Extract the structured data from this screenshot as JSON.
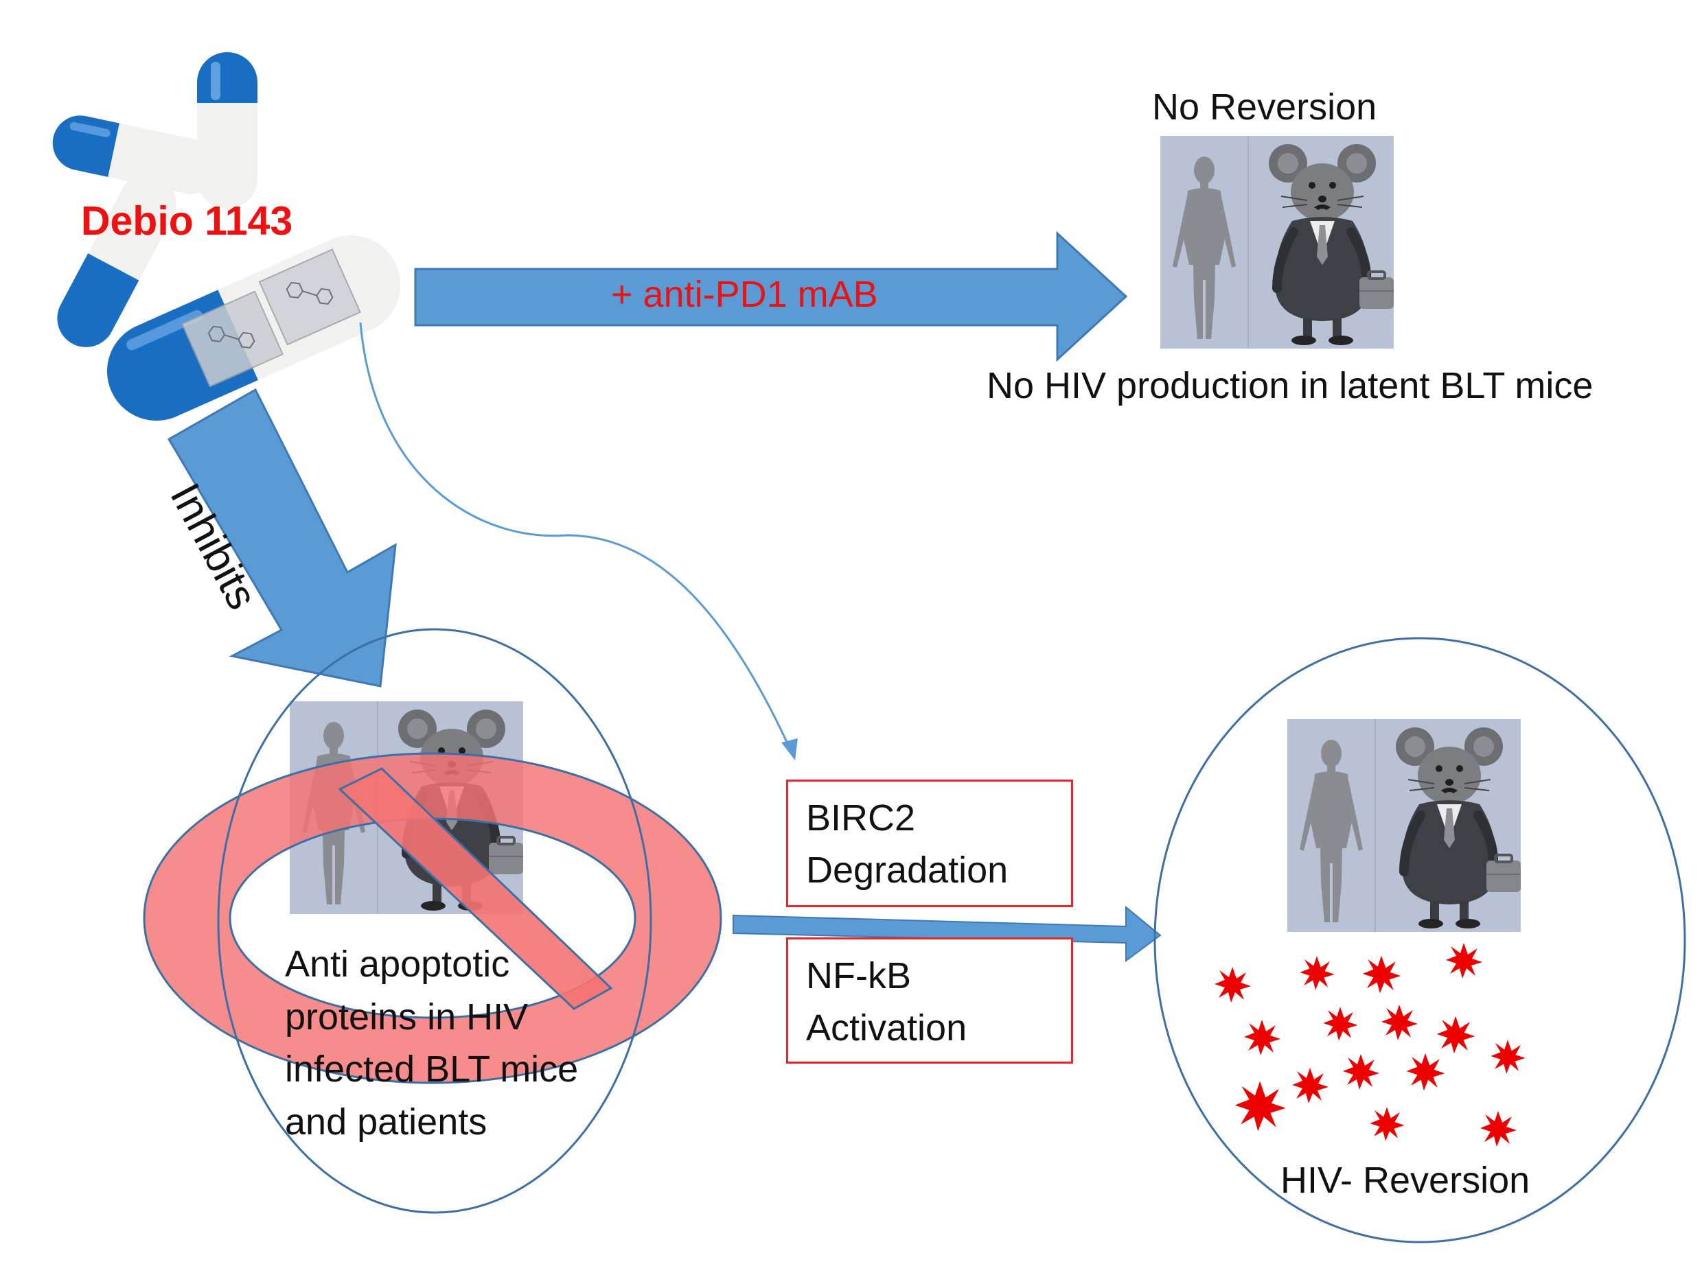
{
  "drug": {
    "name": "Debio 1143",
    "name_color": "#ee1111",
    "icon": "capsule-pill-icon",
    "capsule_blue": "#1a6ec2",
    "capsule_white": "#f1f1f0"
  },
  "combination_arrow": {
    "label": "+ anti-PD1 mAB",
    "label_color": "#ee1111",
    "fill": "#5a9bd5",
    "edge": "#3f79b5"
  },
  "top_panel": {
    "title": "No Reversion",
    "caption": "No HIV production in latent BLT mice",
    "icon": "human-and-mouse-icon",
    "panel_bg": "#b8c2d4"
  },
  "inhibits_arrow": {
    "label": "Inhibits",
    "fill": "#5a9bd5"
  },
  "inhibited_group": {
    "lines": [
      "Anti apoptotic",
      "proteins in HIV",
      "infected BLT mice",
      "and patients"
    ],
    "icon": "human-and-mouse-icon",
    "prohibition_icon": "no-symbol-icon",
    "prohibition_color": "#f57373"
  },
  "mechanism": {
    "boxes": [
      {
        "lines": [
          "BIRC2",
          "Degradation"
        ]
      },
      {
        "lines": [
          "NF-kB",
          "Activation"
        ]
      }
    ],
    "box_border": "#e8262a"
  },
  "reversion_panel": {
    "caption": "HIV- Reversion",
    "icon": "human-and-mouse-icon",
    "virus_icon": "virus-burst-icon",
    "virus_color": "#ee0000",
    "outline": "#3c6fa6"
  }
}
